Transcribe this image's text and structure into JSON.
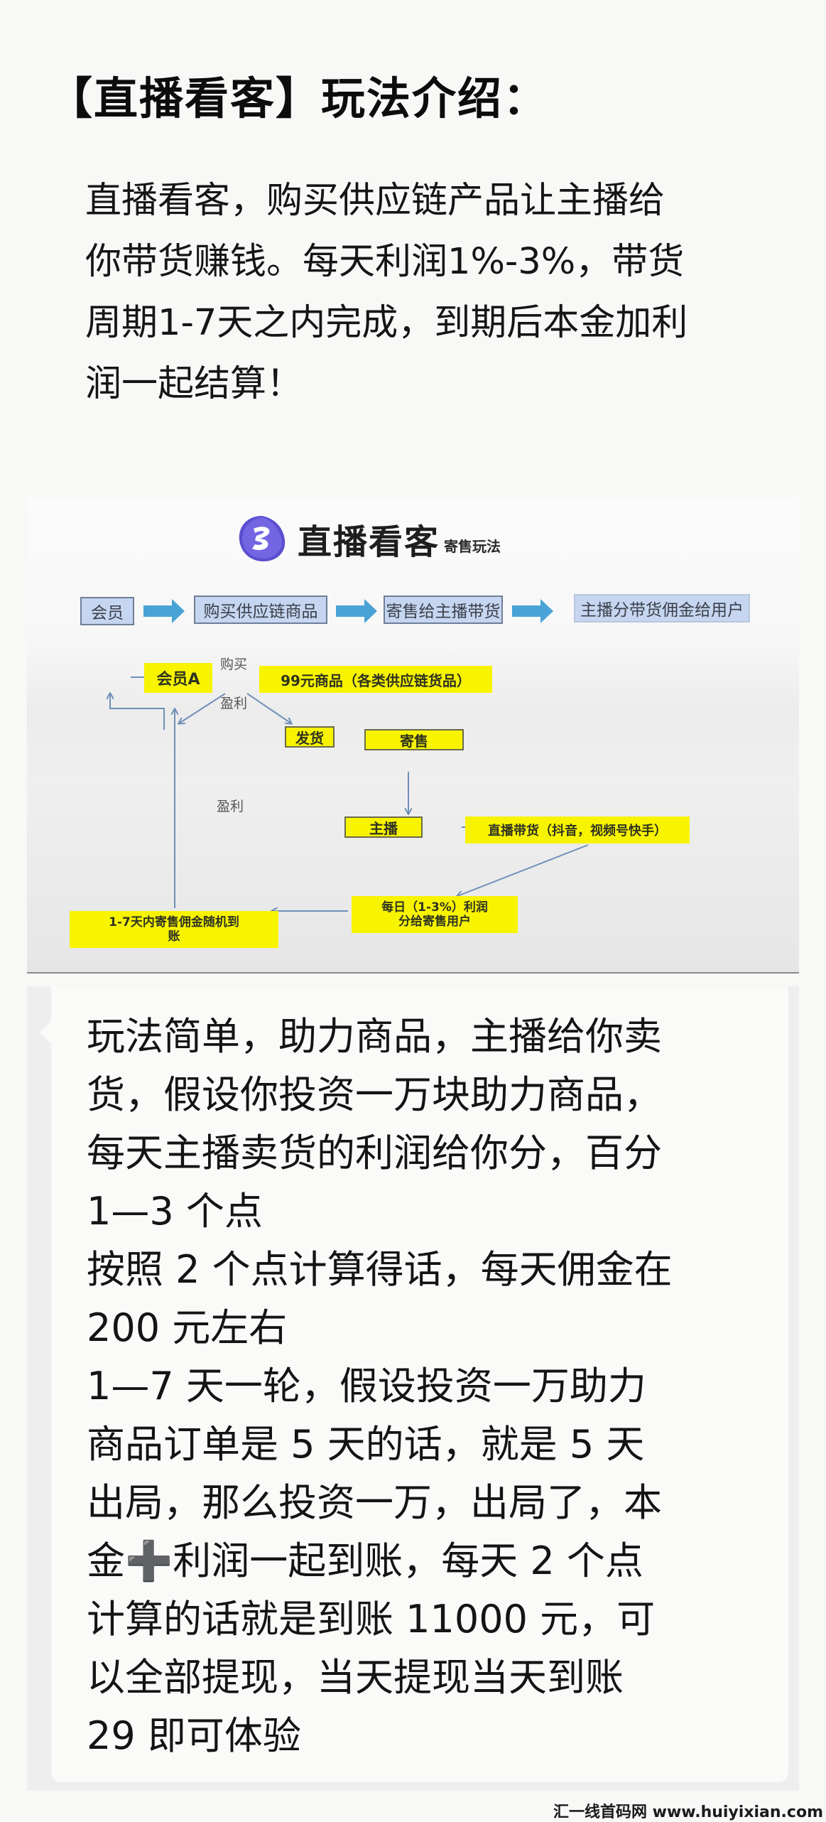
{
  "header": {
    "title": "【直播看客】玩法介绍："
  },
  "intro": {
    "lines": [
      "直播看客，购买供应链产品让主播给",
      "你带货赚钱。每天利润1%-3%，带货",
      "周期1-7天之内完成，到期后本金加利",
      "润一起结算！"
    ]
  },
  "diagram": {
    "logo": {
      "icon": "brand-logo-icon",
      "name": "直播看客",
      "subtitle": "寄售玩法",
      "color": "#6a5bd8"
    },
    "flow_row": [
      {
        "label": "会员"
      },
      {
        "label": "购买供应链商品"
      },
      {
        "label": "寄售给主播带货"
      },
      {
        "label": "主播分带货佣金给用户"
      }
    ],
    "nodes": {
      "member_a": "会员A",
      "product": "99元商品（各类供应链货品）",
      "ship": "发货",
      "consign": "寄售",
      "anchor": "主播",
      "live_sale": "直播带货（抖音，视频号快手）",
      "daily_profit": "每日（1-3%）利润\n分给寄售用户",
      "payout": "1-7天内寄售佣金随机到\n账"
    },
    "edge_labels": {
      "buy": "购买",
      "profit_top": "盈利",
      "profit_side": "盈利"
    },
    "colors": {
      "flow_box": "#c6d6f0",
      "flow_arrow": "#4aa3d6",
      "node_yellow": "#f8f400",
      "edge": "#6f8fb8"
    }
  },
  "chat": {
    "lines": [
      "玩法简单，助力商品，主播给你卖",
      "货，假设你投资一万块助力商品，",
      "每天主播卖货的利润给你分，百分",
      "1—3 个点",
      "按照 2 个点计算得话，每天佣金在",
      "200 元左右",
      "1—7 天一轮，假设投资一万助力",
      "商品订单是 5 天的话，就是 5 天",
      "出局，那么投资一万，出局了，本",
      "金➕利润一起到账，每天 2 个点",
      "计算的话就是到账 11000 元，可",
      "以全部提现，当天提现当天到账",
      "29 即可体验"
    ]
  },
  "footer": {
    "watermark": "汇一线首码网 www.huiyixian.com"
  }
}
